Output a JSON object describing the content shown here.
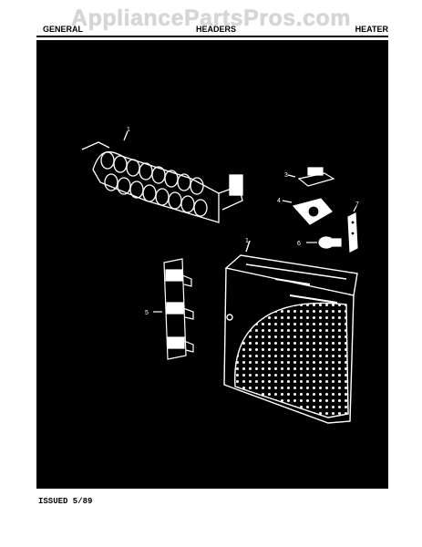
{
  "watermark": "AppliancePartsPros.com",
  "header": {
    "left": "GENERAL",
    "middle": "HEADERS",
    "right": "HEATER"
  },
  "footer": "ISSUED 5/89",
  "callouts": [
    "1",
    "3",
    "4",
    "5",
    "6",
    "7"
  ],
  "colors": {
    "background": "#000000",
    "paper": "#ffffff",
    "ink": "#ffffff"
  }
}
